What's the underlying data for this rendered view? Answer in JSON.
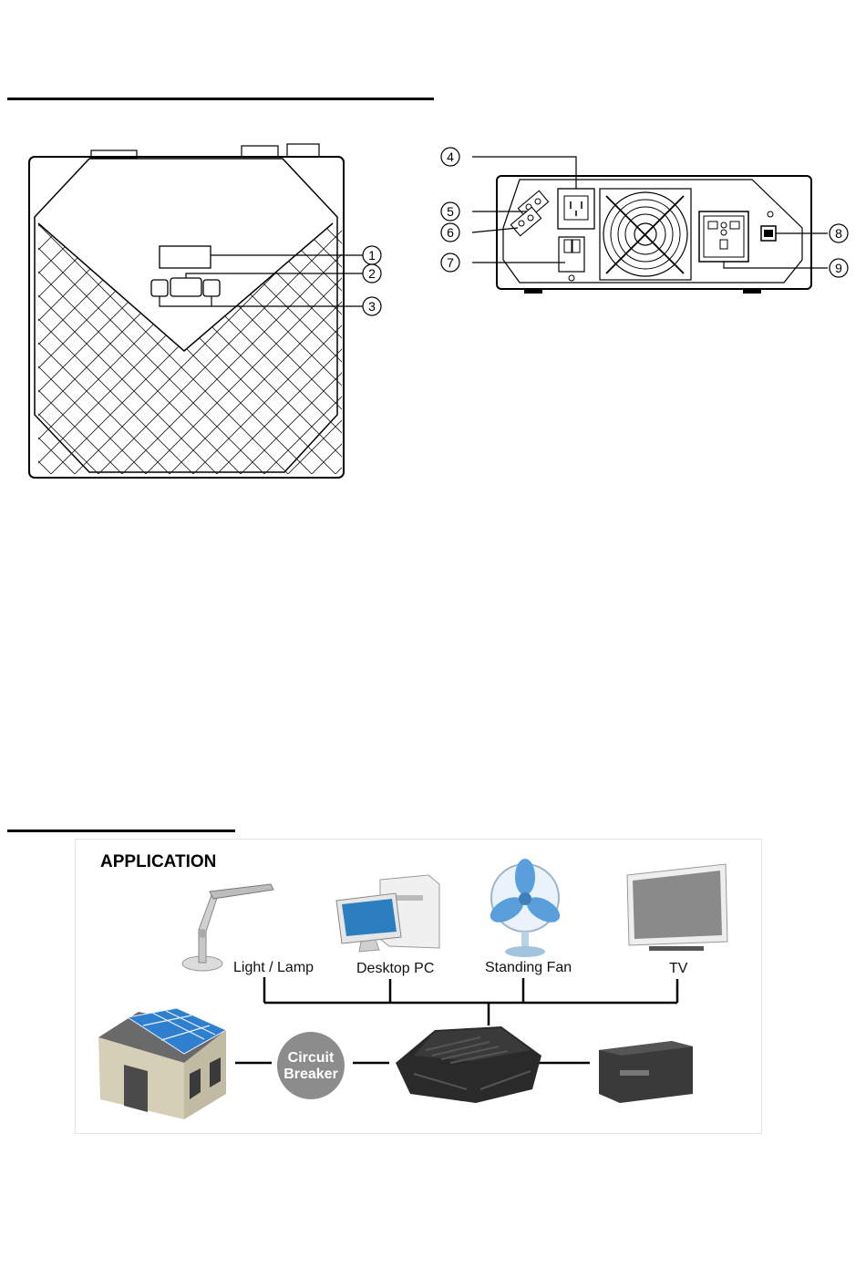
{
  "front_callouts": [
    "1",
    "2",
    "3"
  ],
  "rear_callouts": [
    "4",
    "5",
    "6",
    "7",
    "8",
    "9"
  ],
  "application": {
    "title": "APPLICATION",
    "appliances": [
      {
        "label": "Light / Lamp",
        "icon": "desk-lamp-icon"
      },
      {
        "label": "Desktop PC",
        "icon": "desktop-pc-icon"
      },
      {
        "label": "Standing Fan",
        "icon": "standing-fan-icon"
      },
      {
        "label": "TV",
        "icon": "tv-icon"
      }
    ],
    "circuit_breaker": {
      "line1": "Circuit",
      "line2": "Breaker"
    },
    "source_icon": "solar-house-icon",
    "inverter_icon": "inverter-icon",
    "battery_icon": "battery-icon"
  },
  "colors": {
    "line": "#000000",
    "solar_panel": "#2f7fd0",
    "breaker_circle": "#8c8c8c",
    "device_dark": "#2a2a2a",
    "fan_blue": "#5a9fdc"
  }
}
